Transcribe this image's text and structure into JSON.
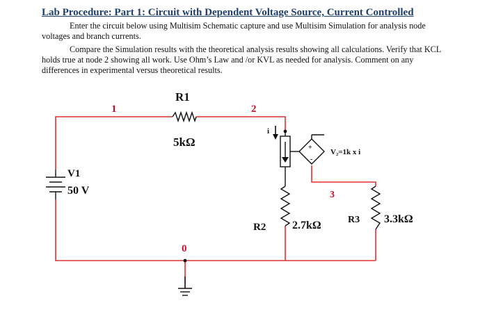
{
  "header": {
    "title": "Lab Procedure: Part 1: Circuit with Dependent Voltage Source, Current Controlled"
  },
  "instructions": {
    "p1": "Enter the circuit below using Multisim Schematic capture and use Multisim Simulation for analysis node voltages and branch currents.",
    "p2": "Compare the Simulation results with the theoretical analysis results showing all calculations. Verify that KCL holds true at node 2 showing all work.  Use Ohm’s Law and /or KVL as needed for analysis. Comment on any differences in experimental versus theoretical results."
  },
  "schematic": {
    "r1_name": "R1",
    "r1_value": "5kΩ",
    "v1_name": "V1",
    "v1_value": "50 V",
    "r2_name": "R2",
    "r2_value": "2.7kΩ",
    "r3_name": "R3",
    "r3_value": "3.3kΩ",
    "dep_source_label": "V₂=1k x i",
    "current_label": "i",
    "node_1": "1",
    "node_2": "2",
    "node_3": "3",
    "node_0": "0",
    "plus_sign": "+",
    "minus_sign": "-",
    "colors": {
      "wire": "#e23030",
      "node_label": "#c8102e",
      "component": "#111111"
    }
  }
}
